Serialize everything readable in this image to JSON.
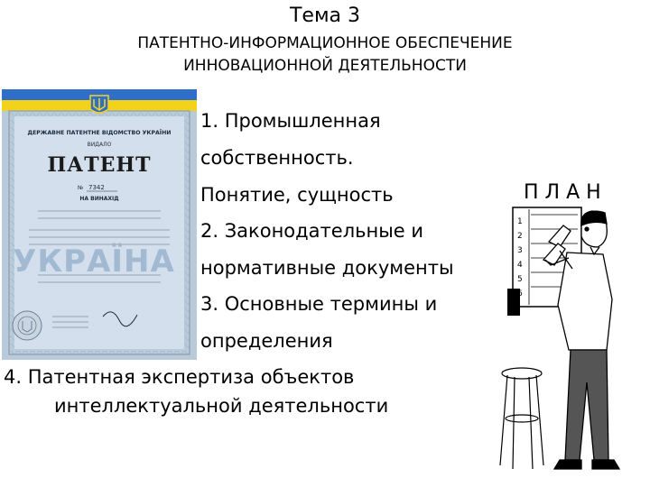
{
  "topic": "Тема 3",
  "subtitle": {
    "line1": "ПАТЕНТНО-ИНФОРМАЦИОННОЕ ОБЕСПЕЧЕНИЕ",
    "line2": "ИННОВАЦИОННОЙ ДЕЯТЕЛЬНОСТИ"
  },
  "plan_items": [
    "1. Промышленная",
    "собственность.",
    "Понятие, сущность",
    "2. Законодательные и",
    "нормативные документы",
    "3. Основные термины и",
    "определения",
    "4. Патентная экспертиза объектов",
    "интеллектуальной деятельности"
  ],
  "plan_word": "ПЛАН",
  "patent_document": {
    "header": "ДЕРЖАВНЕ ПАТЕНТНЕ ВІДОМСТВО УКРАЇНИ",
    "issued": "ВИДАЛО",
    "title": "ПАТЕНТ",
    "number_label": "№",
    "number": "7342",
    "invention": "НА ВИНАХІД",
    "country_watermark": "УКРАЇНА"
  },
  "board_numbers": [
    "1",
    "2",
    "3",
    "4",
    "5",
    "6"
  ],
  "colors": {
    "flag_blue": "#2f6fc9",
    "flag_yellow": "#f3d21b",
    "paper": "#d7e3ee"
  },
  "icons": [
    "trident-icon",
    "seal-icon",
    "person-at-board-illustration",
    "stool-illustration"
  ]
}
